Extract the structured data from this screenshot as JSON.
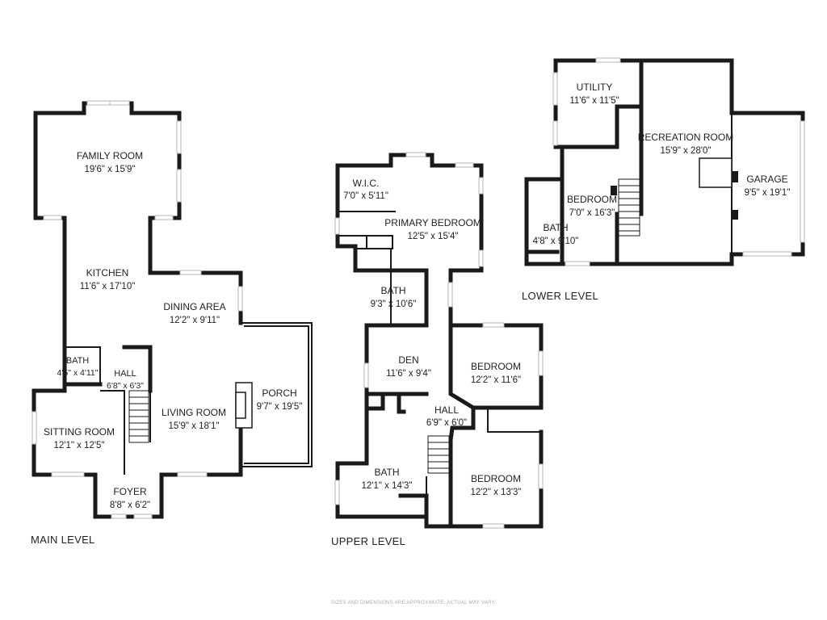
{
  "levels": {
    "main": "MAIN LEVEL",
    "upper": "UPPER LEVEL",
    "lower": "LOWER LEVEL"
  },
  "rooms": {
    "family_room": {
      "name": "FAMILY ROOM",
      "dim": "19'6\" x 15'9\""
    },
    "kitchen": {
      "name": "KITCHEN",
      "dim": "11'6\" x 17'10\""
    },
    "dining_area": {
      "name": "DINING AREA",
      "dim": "12'2\" x 9'11\""
    },
    "bath_main": {
      "name": "BATH",
      "dim": "4'5\" x 4'11\""
    },
    "hall_main": {
      "name": "HALL",
      "dim": "6'8\" x 6'3\""
    },
    "living_room": {
      "name": "LIVING ROOM",
      "dim": "15'9\" x 18'1\""
    },
    "porch": {
      "name": "PORCH",
      "dim": "9'7\" x 19'5\""
    },
    "sitting_room": {
      "name": "SITTING ROOM",
      "dim": "12'1\" x 12'5\""
    },
    "foyer": {
      "name": "FOYER",
      "dim": "8'8\" x 6'2\""
    },
    "wic": {
      "name": "W.I.C.",
      "dim": "7'0\" x 5'11\""
    },
    "primary_bedroom": {
      "name": "PRIMARY BEDROOM",
      "dim": "12'5\" x 15'4\""
    },
    "bath_upper_1": {
      "name": "BATH",
      "dim": "9'3\" x 10'6\""
    },
    "den": {
      "name": "DEN",
      "dim": "11'6\" x 9'4\""
    },
    "bedroom_upper_1": {
      "name": "BEDROOM",
      "dim": "12'2\" x 11'6\""
    },
    "hall_upper": {
      "name": "HALL",
      "dim": "6'9\" x 6'0\""
    },
    "bath_upper_2": {
      "name": "BATH",
      "dim": "12'1\" x 14'3\""
    },
    "bedroom_upper_2": {
      "name": "BEDROOM",
      "dim": "12'2\" x 13'3\""
    },
    "utility": {
      "name": "UTILITY",
      "dim": "11'6\" x 11'5\""
    },
    "recreation_room": {
      "name": "RECREATION ROOM",
      "dim": "15'9\" x 28'0\""
    },
    "bedroom_lower": {
      "name": "BEDROOM",
      "dim": "7'0\" x 16'3\""
    },
    "garage": {
      "name": "GARAGE",
      "dim": "9'5\" x 19'1\""
    },
    "bath_lower": {
      "name": "BATH",
      "dim": "4'8\" x 9'10\""
    }
  },
  "disclaimer": "SIZES AND DIMENSIONS ARE APPROXIMATE, ACTUAL MAY VARY."
}
